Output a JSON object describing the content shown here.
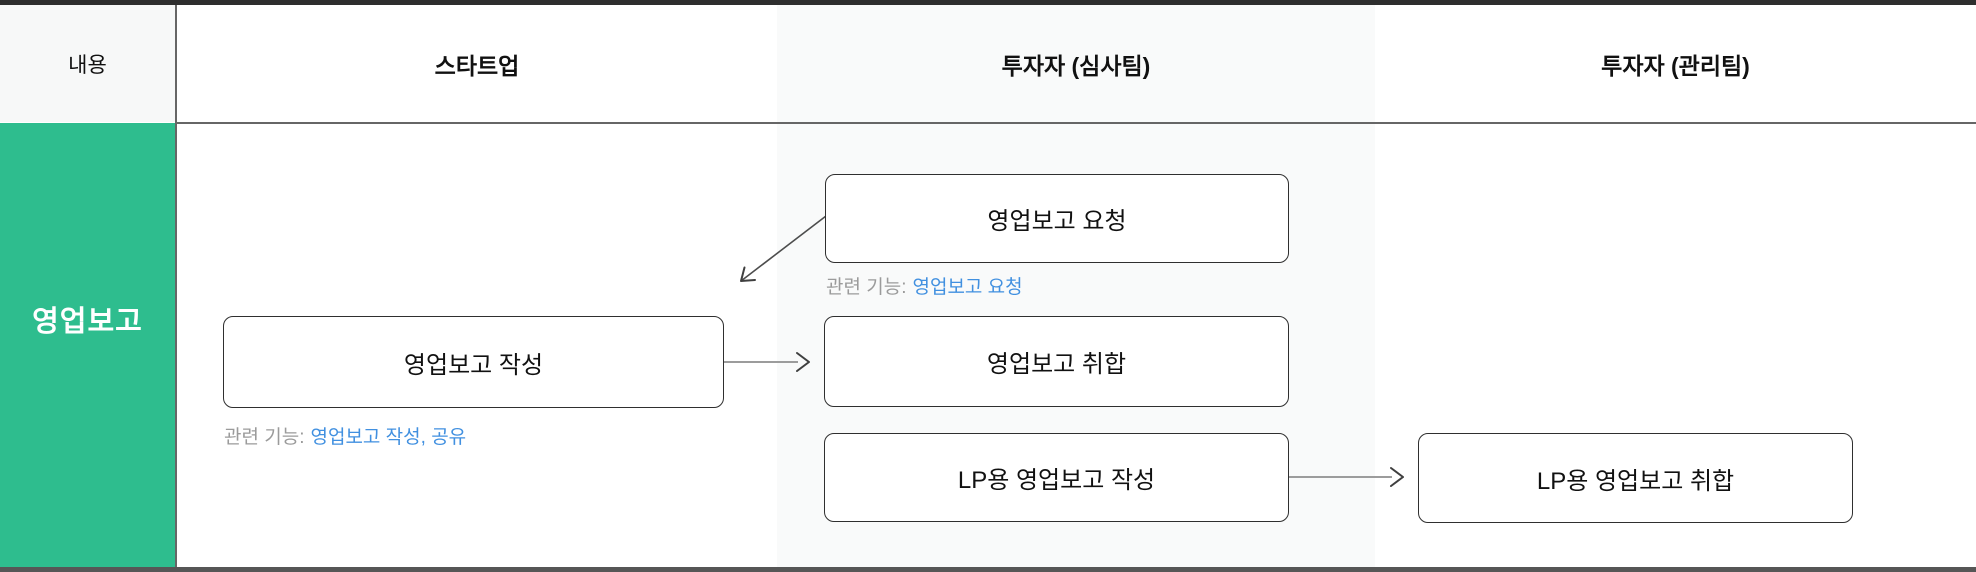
{
  "colors": {
    "accent_green": "#2ebd8e",
    "link_blue": "#4190e0",
    "caption_gray": "#9b9b9b",
    "lane3_bg": "#f9fafa",
    "header_cell_bg": "#f7f8f8",
    "border_dark": "#666666",
    "top_bar": "#2e2e2e"
  },
  "header": {
    "columns": [
      {
        "id": "content",
        "label": "내용"
      },
      {
        "id": "startup",
        "label": "스타트업"
      },
      {
        "id": "investor-review",
        "label": "투자자 (심사팀)"
      },
      {
        "id": "investor-management",
        "label": "투자자 (관리팀)"
      }
    ]
  },
  "row": {
    "label": "영업보고"
  },
  "flow": {
    "boxes": [
      {
        "id": "request",
        "label": "영업보고 요청"
      },
      {
        "id": "write",
        "label": "영업보고 작성"
      },
      {
        "id": "collect",
        "label": "영업보고 취합"
      },
      {
        "id": "lp-write",
        "label": "LP용 영업보고 작성"
      },
      {
        "id": "lp-collect",
        "label": "LP용 영업보고 취합"
      }
    ],
    "captions": [
      {
        "prefix": "관련 기능:",
        "links": "영업보고 요청"
      },
      {
        "prefix": "관련 기능:",
        "links": "영업보고 작성, 공유"
      }
    ]
  }
}
